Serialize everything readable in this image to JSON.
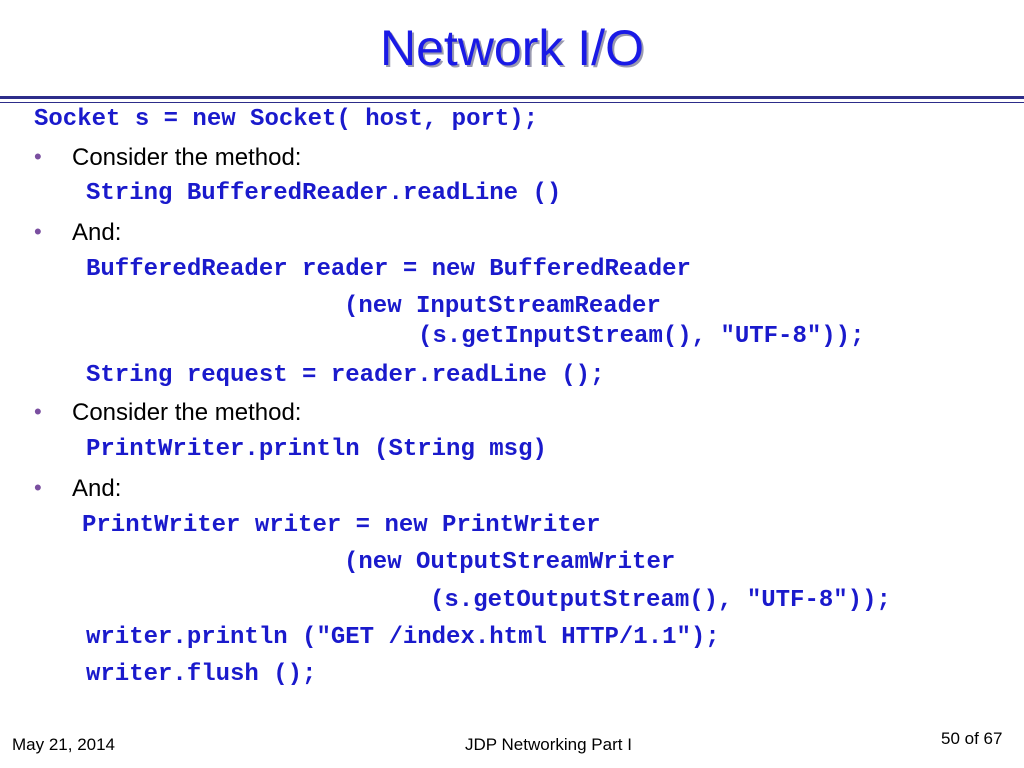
{
  "slide": {
    "title": "Network I/O",
    "lines": {
      "l1": "Socket s = new Socket( host, port);",
      "b1": "Consider the method:",
      "c1": "String BufferedReader.readLine ()",
      "b2": "And:",
      "c2": "BufferedReader reader = new BufferedReader",
      "c3": "(new InputStreamReader",
      "c4": "(s.getInputStream(), \"UTF-8\"));",
      "c5": "String request = reader.readLine ();",
      "b3": "Consider the method:",
      "c6": "PrintWriter.println (String msg)",
      "b4": "And:",
      "c7": "PrintWriter writer = new PrintWriter",
      "c8": "(new OutputStreamWriter",
      "c9": "(s.getOutputStream(), \"UTF-8\"));",
      "c10": "writer.println (\"GET /index.html HTTP/1.1\");",
      "c11": "writer.flush ();"
    }
  },
  "footer": {
    "date": "May 21, 2014",
    "center": "JDP Networking Part I",
    "page": "50 of 67"
  }
}
